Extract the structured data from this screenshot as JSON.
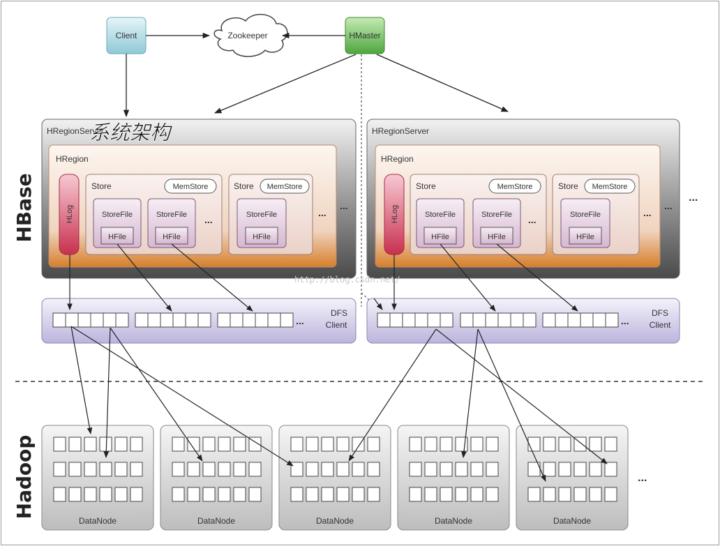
{
  "labels": {
    "client": "Client",
    "zookeeper": "Zookeeper",
    "hmaster": "HMaster",
    "hregionserver": "HRegionServer",
    "hregion": "HRegion",
    "hlog": "HLog",
    "store": "Store",
    "memstore": "MemStore",
    "storefile": "StoreFile",
    "hfile": "HFile",
    "ellipsis": "...",
    "dfs_line1": "DFS",
    "dfs_line2": "Client",
    "datanode": "DataNode",
    "hbase": "HBase",
    "hadoop": "Hadoop",
    "overlay_title": "系统架构",
    "watermark": "http://blog.csdn.net/"
  },
  "colors": {
    "client": "#bfe3ea",
    "hmaster": "#7bc36a",
    "hlog": "#e0607a",
    "server_bg": "#5c5c5c",
    "region_bg": "#f3ddd0",
    "region_bottom": "#d9893a",
    "dfs_bg": "#e3e0f1",
    "hfile": "#e9d7e8",
    "datanode_bg": "#e4e4e4"
  }
}
